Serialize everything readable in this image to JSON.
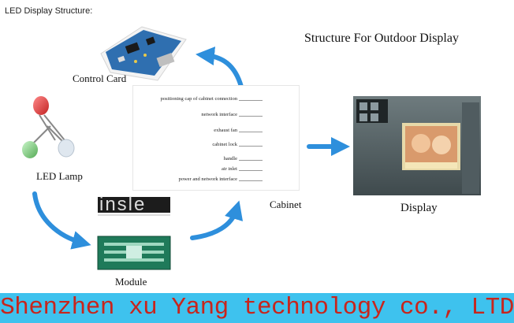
{
  "header": {
    "label": "LED Display Structure:"
  },
  "diagram": {
    "title": "Structure For Outdoor Display",
    "nodes": {
      "control_card": "Control Card",
      "led_lamp": "LED Lamp",
      "module": "Module",
      "cabinet": "Cabinet",
      "display": "Display"
    },
    "cabinet_parts": [
      "positioning cap of cabinet connection",
      "network interface",
      "exhaust fan",
      "cabinet lock",
      "handle",
      "air inlet",
      "power and network interface"
    ],
    "watermark": "insle"
  },
  "footer": {
    "company": "Shenzhen xu Yang technology co., LTD"
  },
  "colors": {
    "arrow": "#2e8fdc",
    "footer_bg": "#3ec2ee",
    "footer_text": "#c8251c",
    "pcb": "#2f6fb0"
  }
}
